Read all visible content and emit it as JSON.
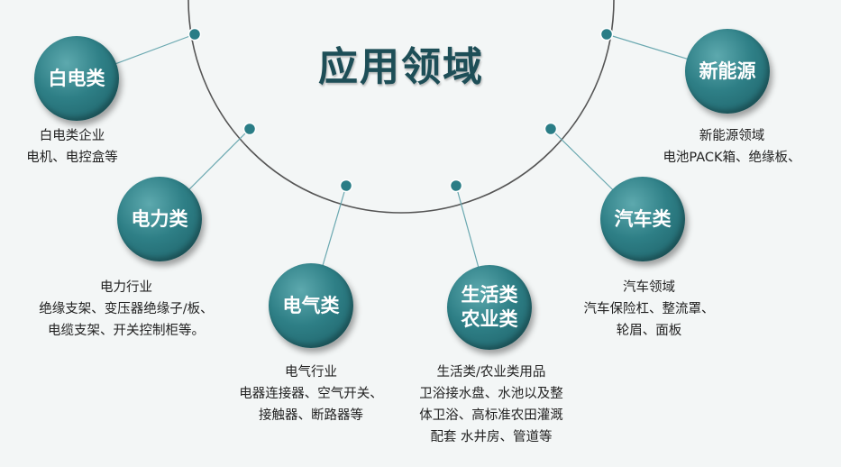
{
  "title": "应用领域",
  "colors": {
    "accent": "#2e7f86",
    "arc": "#555555",
    "connector": "#6aa8b0",
    "dot": "#2a7d86",
    "title": "#1d4e57"
  },
  "categories": [
    {
      "id": "appliance",
      "label_lines": [
        "白电类"
      ],
      "desc_lines": [
        "白电类企业",
        "电机、电控盒等"
      ]
    },
    {
      "id": "power",
      "label_lines": [
        "电力类"
      ],
      "desc_lines": [
        "电力行业",
        "绝缘支架、变压器绝缘子/板、",
        "电缆支架、开关控制柜等。"
      ]
    },
    {
      "id": "electrical",
      "label_lines": [
        "电气类"
      ],
      "desc_lines": [
        "电气行业",
        "电器连接器、空气开关、",
        "接触器、断路器等"
      ]
    },
    {
      "id": "life-agri",
      "label_lines": [
        "生活类",
        "农业类"
      ],
      "desc_lines": [
        "生活类/农业类用品",
        "卫浴接水盘、水池以及整",
        "体卫浴、高标准农田灌溉",
        "配套 水井房、管道等"
      ]
    },
    {
      "id": "auto",
      "label_lines": [
        "汽车类"
      ],
      "desc_lines": [
        "汽车领域",
        "汽车保险杠、整流罩、",
        "轮眉、面板"
      ]
    },
    {
      "id": "new-energy",
      "label_lines": [
        "新能源"
      ],
      "desc_lines": [
        "新能源领域",
        "电池PACK箱、绝缘板、"
      ]
    }
  ]
}
